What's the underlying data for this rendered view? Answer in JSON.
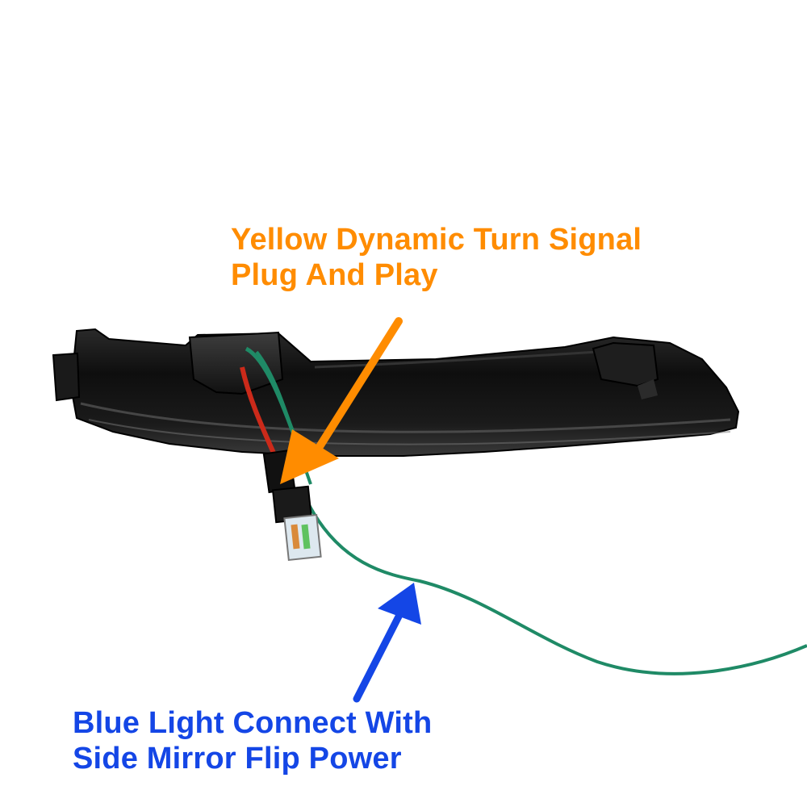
{
  "annotations": {
    "yellow": {
      "line1": "Yellow Dynamic Turn Signal",
      "line2": "Plug And Play",
      "color": "#ff8c00"
    },
    "blue": {
      "line1": "Blue Light Connect With",
      "line2": "Side Mirror Flip Power",
      "color": "#1446e6"
    }
  },
  "colors": {
    "housing": "#141414",
    "wire_green": "#1f8a66",
    "wire_red": "#cc2a1a",
    "background": "#ffffff"
  }
}
